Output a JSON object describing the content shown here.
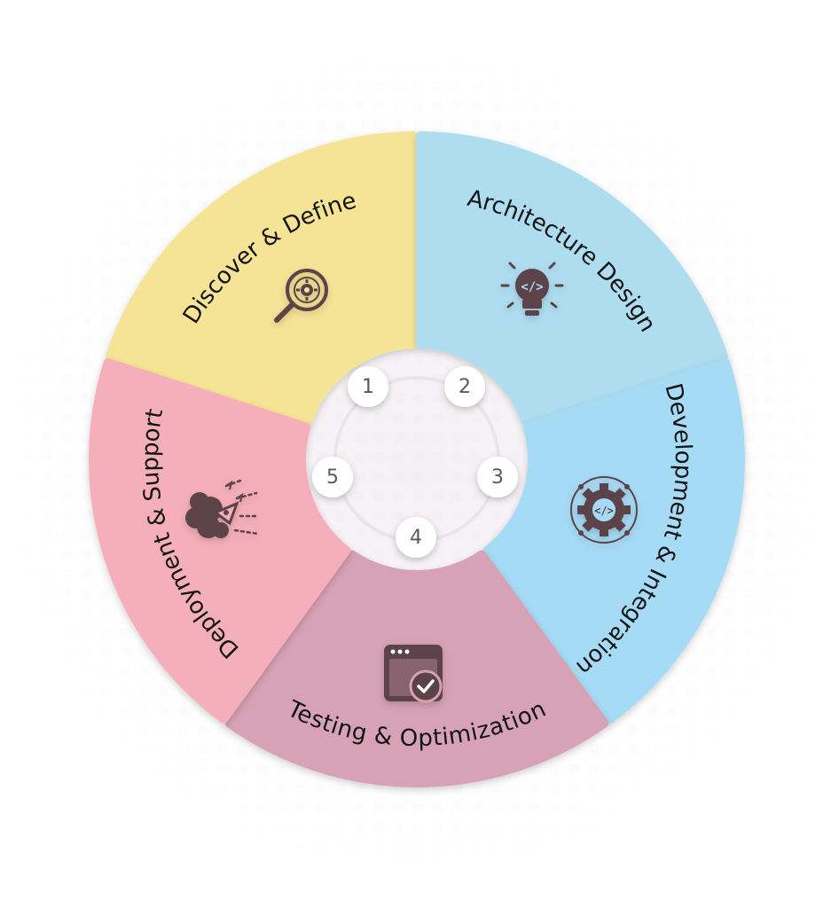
{
  "colors": {
    "discover": "#F6E496",
    "architecture": "#AEDDF0",
    "development": "#A6DBF5",
    "testing": "#D7A2B5",
    "deployment": "#F5AFBA",
    "icon": "#5B4349",
    "label": "#141414"
  },
  "stages": [
    {
      "number": "1",
      "label": "Discover & Define",
      "icon": "search-gear-icon"
    },
    {
      "number": "2",
      "label": "Architecture Design",
      "icon": "code-lightbulb-icon"
    },
    {
      "number": "3",
      "label": "Development & Integration",
      "icon": "code-gear-icon"
    },
    {
      "number": "4",
      "label": "Testing & Optimization",
      "icon": "browser-check-icon"
    },
    {
      "number": "5",
      "label": "Deployment & Support",
      "icon": "cloud-rocket-icon"
    }
  ]
}
